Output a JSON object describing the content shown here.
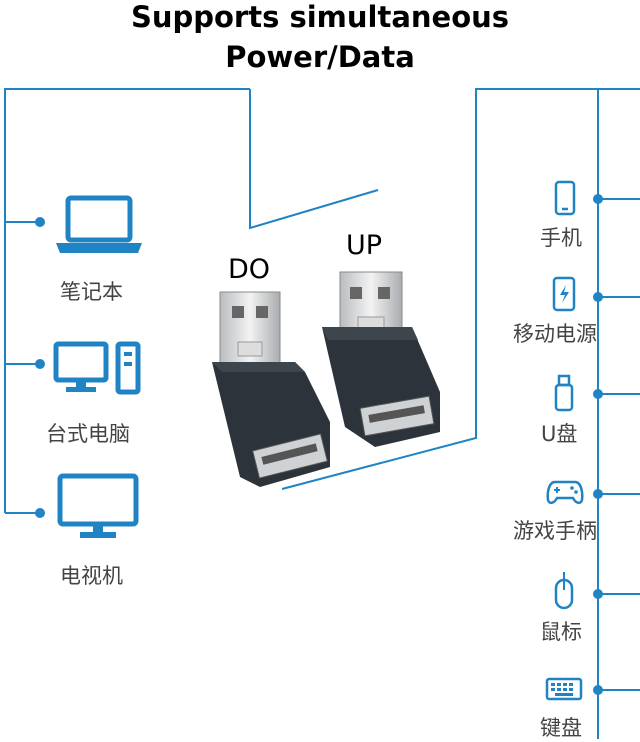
{
  "title": {
    "line1": "Supports simultaneous",
    "line2": "Power/Data"
  },
  "accent_color": "#1f83c4",
  "adapters": {
    "down_label": "DO",
    "up_label": "UP"
  },
  "left_devices": [
    {
      "label": "笔记本",
      "icon": "laptop-icon"
    },
    {
      "label": "台式电脑",
      "icon": "desktop-computer-icon"
    },
    {
      "label": "电视机",
      "icon": "tv-monitor-icon"
    }
  ],
  "right_devices": [
    {
      "label": "手机",
      "icon": "phone-icon"
    },
    {
      "label": "移动电源",
      "icon": "power-bank-icon"
    },
    {
      "label": "U盘",
      "icon": "usb-drive-icon"
    },
    {
      "label": "游戏手柄",
      "icon": "gamepad-icon"
    },
    {
      "label": "鼠标",
      "icon": "mouse-icon"
    },
    {
      "label": "键盘",
      "icon": "keyboard-icon"
    }
  ]
}
